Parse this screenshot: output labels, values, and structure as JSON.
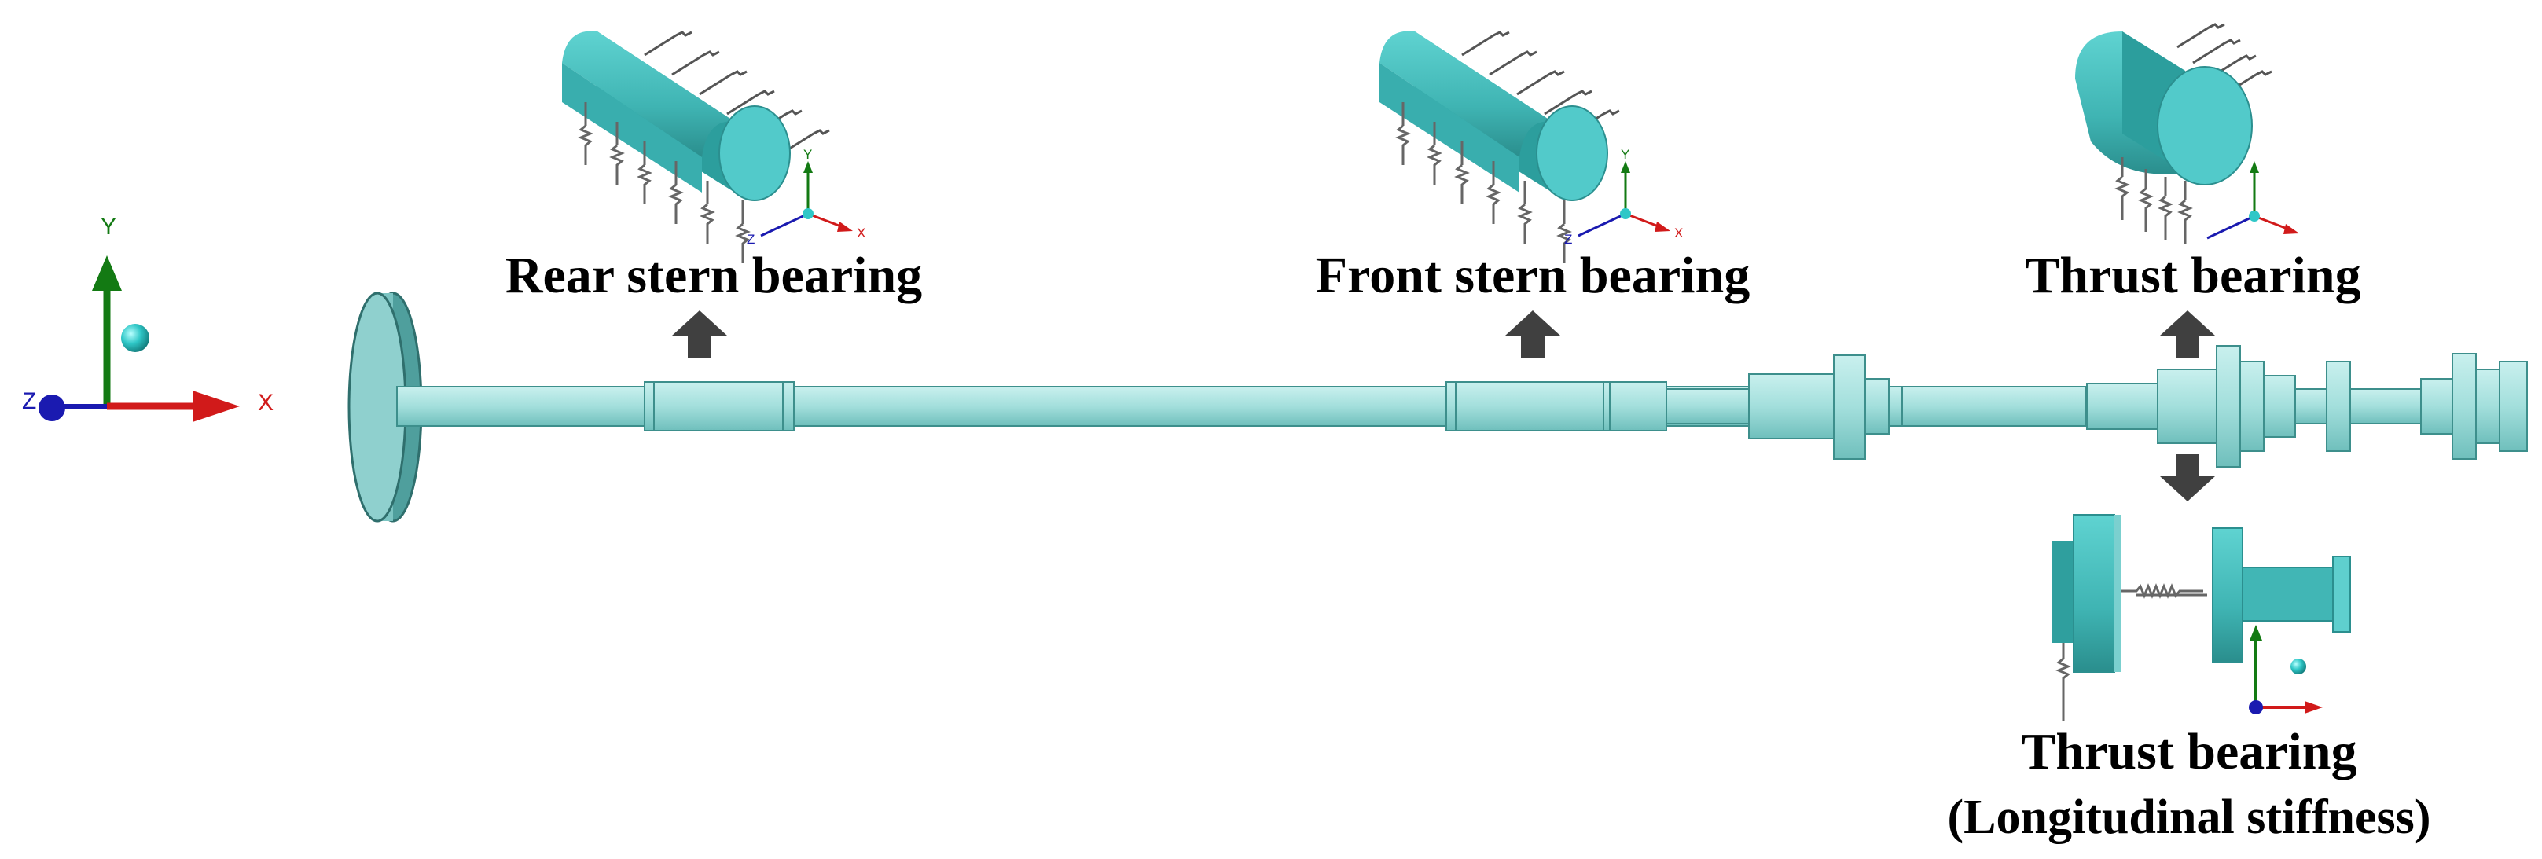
{
  "labels": {
    "rear_stern": "Rear stern bearing",
    "front_stern": "Front stern bearing",
    "thrust": "Thrust bearing",
    "thrust_long_line1": "Thrust bearing",
    "thrust_long_line2": "(Longitudinal stiffness)"
  },
  "axes": {
    "x": "X",
    "y": "Y",
    "z": "Z"
  },
  "colors": {
    "shaft": "#a7e2e0",
    "shaft_edge": "#3d8f8c",
    "bearing": "#43bcbc",
    "bearing_dark": "#2b8f8f",
    "disc": "#6ab5b3",
    "arrow": "#404040",
    "axis_x": "#d11a1a",
    "axis_y": "#137a13",
    "axis_z": "#1a1ab0"
  }
}
